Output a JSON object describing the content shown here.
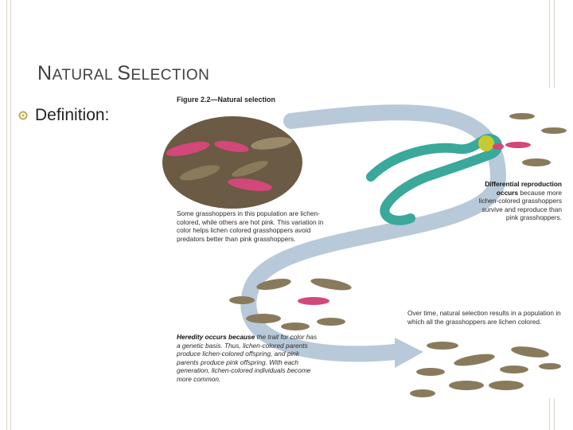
{
  "slide": {
    "title_initial_1": "N",
    "title_rest_1": "ATURAL ",
    "title_initial_2": "S",
    "title_rest_2": "ELECTION",
    "bullet_text": "Definition:"
  },
  "figure": {
    "title": "Figure 2.2—Natural selection",
    "caption_left_top": "Some grasshoppers in this population are lichen-colored, while others are hot pink. This variation in color helps lichen colored grasshoppers avoid predators better than pink grasshoppers.",
    "caption_right_title": "Differential reproduction occurs",
    "caption_right_rest": "because more lichen-colored grasshoppers survive and reproduce than pink grasshoppers.",
    "caption_mid_right": "Over time, natural selection results in a population in which all the grasshoppers are lichen colored.",
    "caption_left_bottom_lead": "Heredity occurs because",
    "caption_left_bottom_rest": "the trait for color has a genetic basis. Thus, lichen-colored parents produce lichen-colored offspring, and pink parents produce pink offspring. With each generation, lichen-colored individuals become more common."
  },
  "colors": {
    "arrow": "#b8c9da",
    "oval": "#6b5a44",
    "pink": "#d2487a",
    "lichen": "#7a6a52",
    "lizard": "#3aa89a"
  }
}
